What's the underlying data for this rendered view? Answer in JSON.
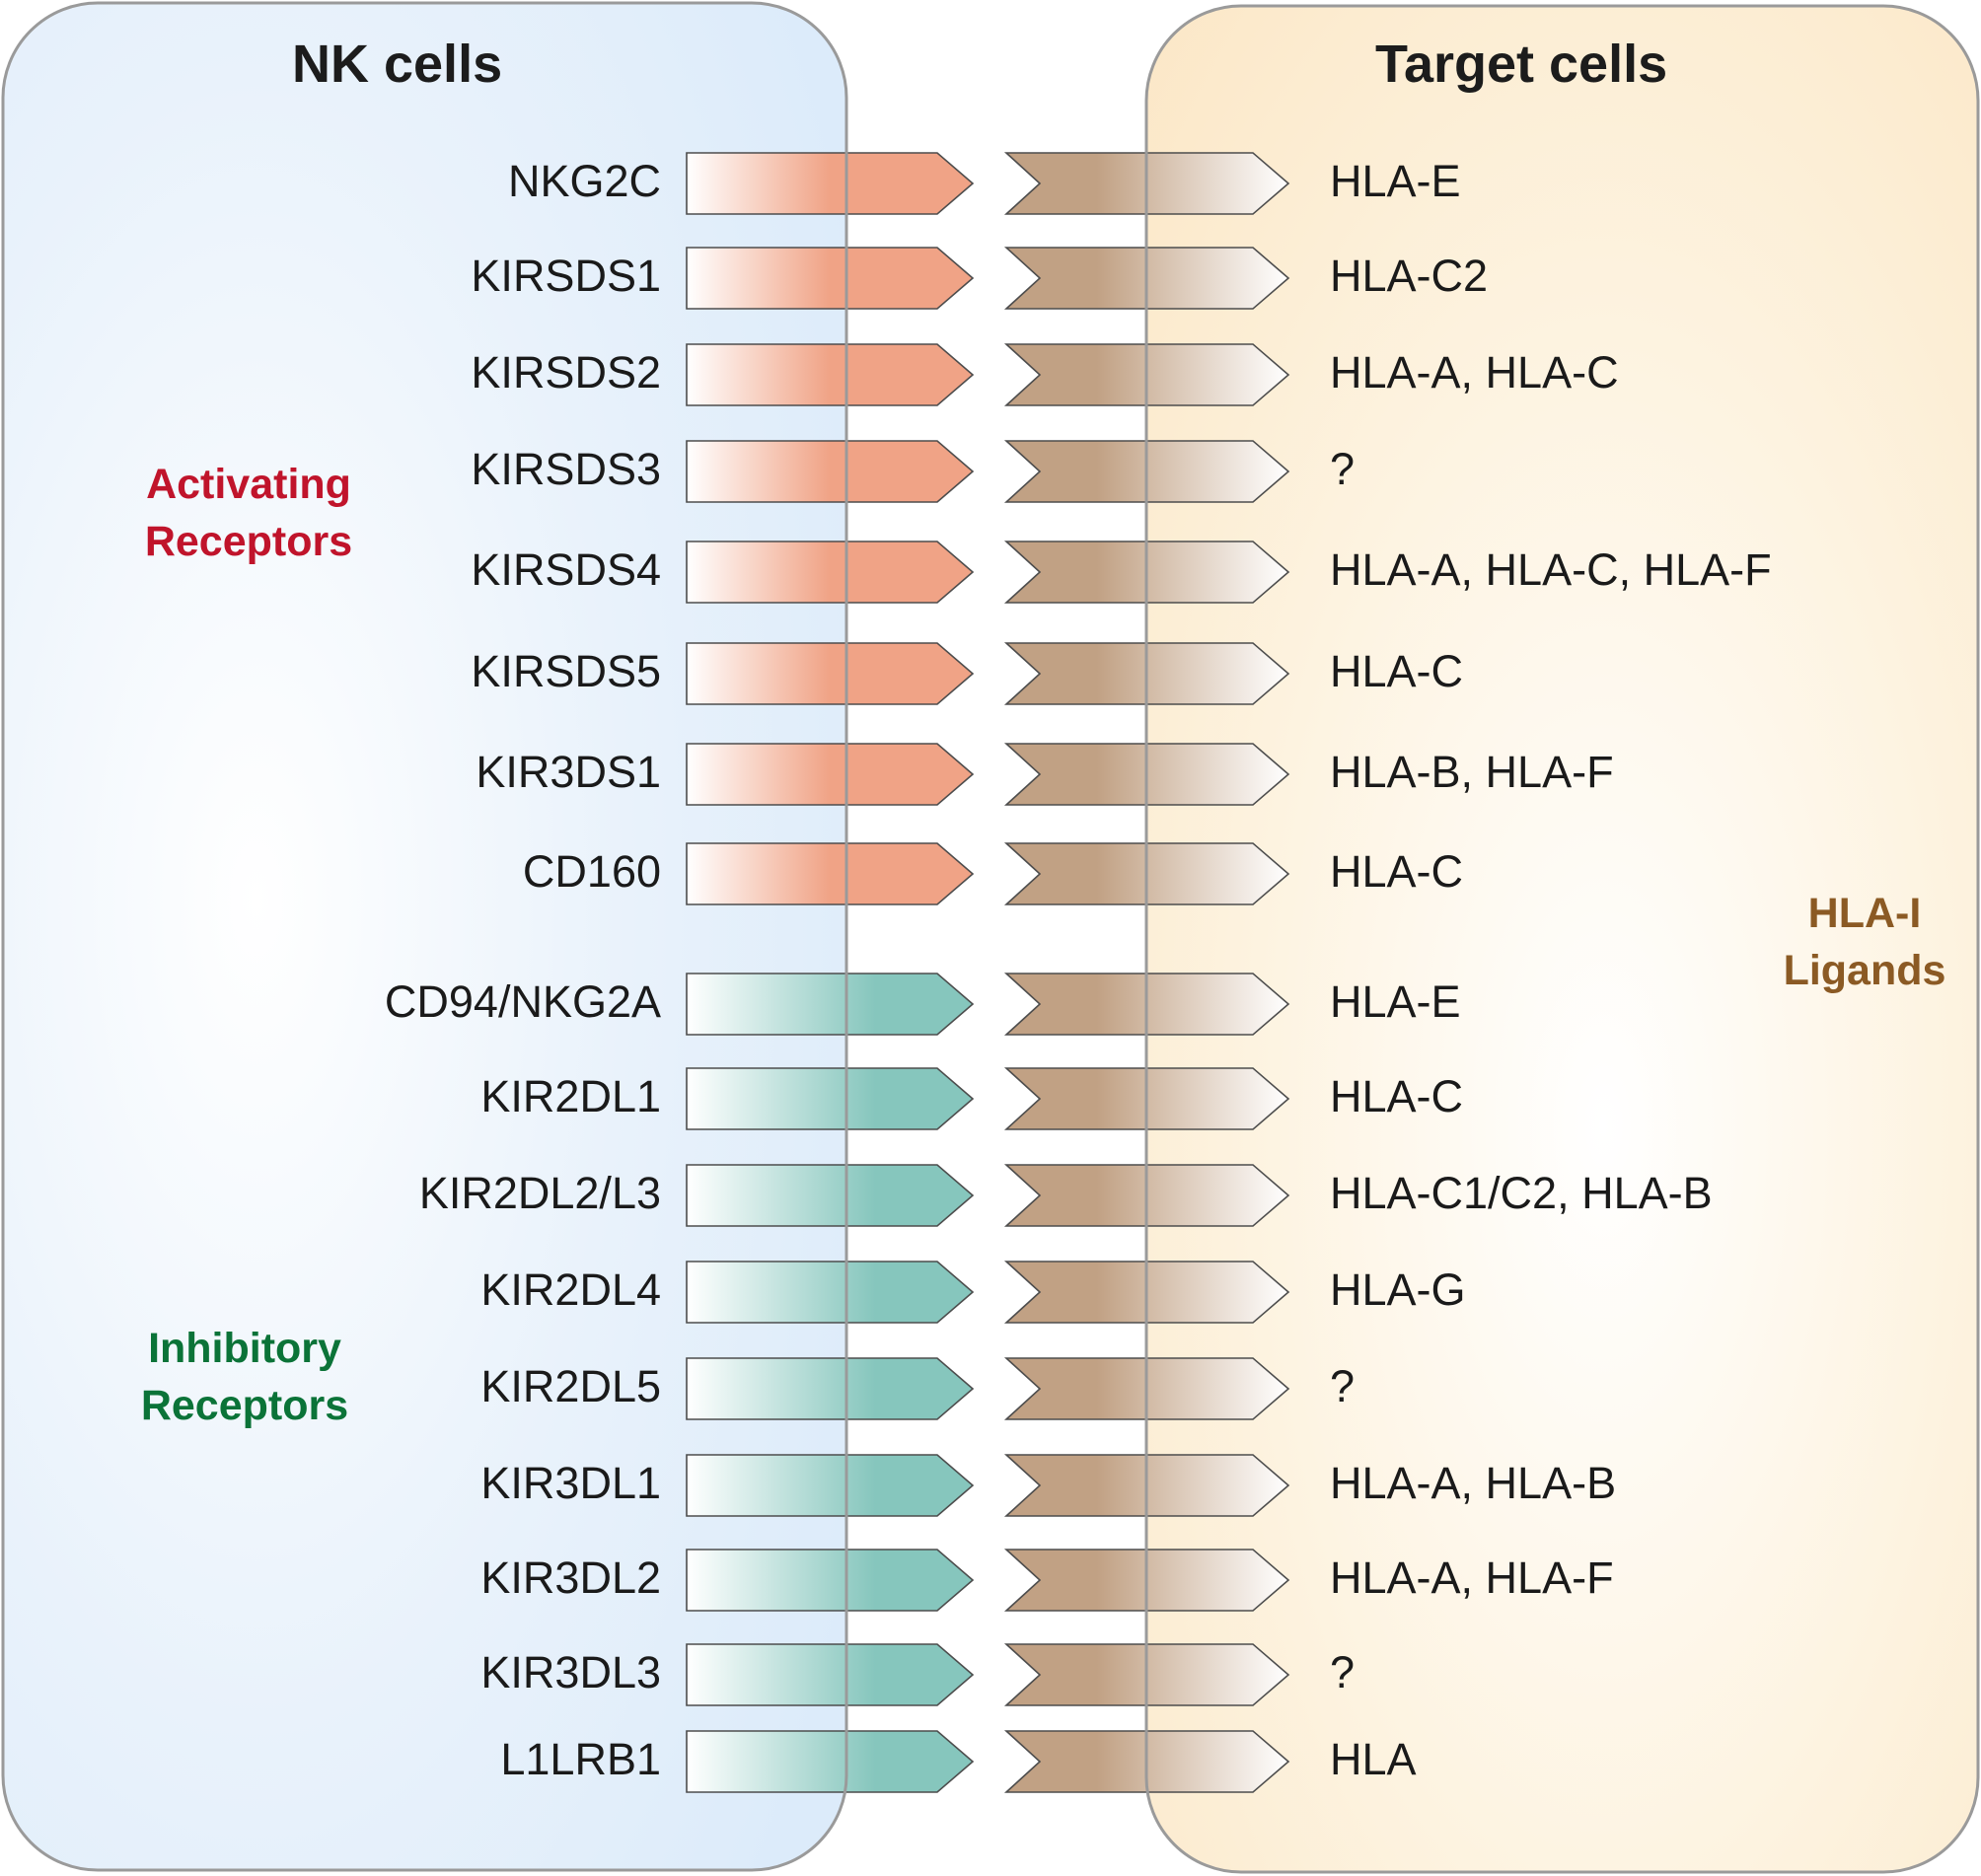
{
  "titles": {
    "left": "NK cells",
    "right": "Target cells"
  },
  "groups": {
    "activating": {
      "line1": "Activating",
      "line2": "Receptors",
      "color": "#c0142b"
    },
    "inhibitory": {
      "line1": "Inhibitory",
      "line2": "Receptors",
      "color": "#0b7338"
    },
    "ligands": {
      "line1": "HLA-I",
      "line2": "Ligands",
      "color": "#8b5a24"
    }
  },
  "colors": {
    "nk_cell_fill": "#dcebfa",
    "target_cell_fill": "#fbe6c4",
    "activating_arrow": "#f0a386",
    "inhibitory_arrow": "#86c6bd",
    "ligand_arrow": "#c1a184",
    "outline": "#9a9a9a"
  },
  "pairs": [
    {
      "type": "activating",
      "receptor": "NKG2C",
      "ligand": "HLA-E"
    },
    {
      "type": "activating",
      "receptor": "KIRSDS1",
      "ligand": "HLA-C2"
    },
    {
      "type": "activating",
      "receptor": "KIRSDS2",
      "ligand": "HLA-A, HLA-C"
    },
    {
      "type": "activating",
      "receptor": "KIRSDS3",
      "ligand": "?"
    },
    {
      "type": "activating",
      "receptor": "KIRSDS4",
      "ligand": "HLA-A, HLA-C, HLA-F"
    },
    {
      "type": "activating",
      "receptor": "KIRSDS5",
      "ligand": "HLA-C"
    },
    {
      "type": "activating",
      "receptor": "KIR3DS1",
      "ligand": "HLA-B, HLA-F"
    },
    {
      "type": "activating",
      "receptor": "CD160",
      "ligand": "HLA-C"
    },
    {
      "type": "inhibitory",
      "receptor": "CD94/NKG2A",
      "ligand": "HLA-E"
    },
    {
      "type": "inhibitory",
      "receptor": "KIR2DL1",
      "ligand": "HLA-C"
    },
    {
      "type": "inhibitory",
      "receptor": "KIR2DL2/L3",
      "ligand": "HLA-C1/C2, HLA-B"
    },
    {
      "type": "inhibitory",
      "receptor": "KIR2DL4",
      "ligand": "HLA-G"
    },
    {
      "type": "inhibitory",
      "receptor": "KIR2DL5",
      "ligand": "?"
    },
    {
      "type": "inhibitory",
      "receptor": "KIR3DL1",
      "ligand": "HLA-A, HLA-B"
    },
    {
      "type": "inhibitory",
      "receptor": "KIR3DL2",
      "ligand": "HLA-A, HLA-F"
    },
    {
      "type": "inhibitory",
      "receptor": "KIR3DL3",
      "ligand": "?"
    },
    {
      "type": "inhibitory",
      "receptor": "L1LRB1",
      "ligand": "HLA"
    }
  ]
}
